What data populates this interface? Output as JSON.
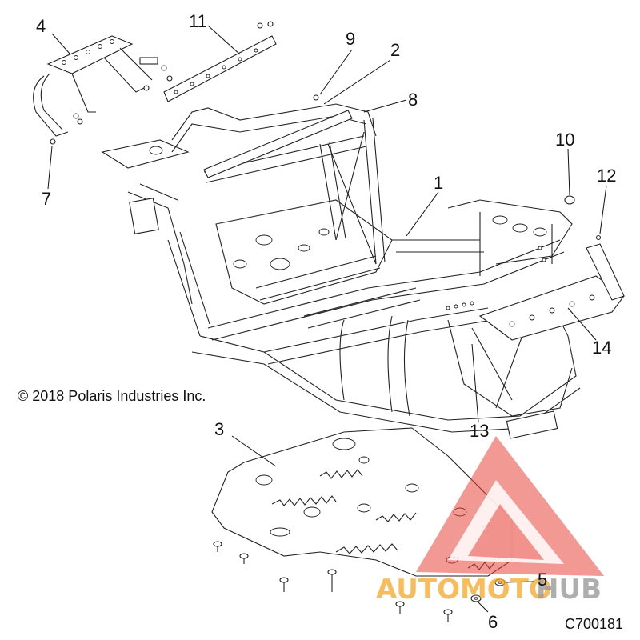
{
  "callouts": [
    {
      "id": "1",
      "label": "1"
    },
    {
      "id": "2",
      "label": "2"
    },
    {
      "id": "3",
      "label": "3"
    },
    {
      "id": "4",
      "label": "4"
    },
    {
      "id": "5",
      "label": "5"
    },
    {
      "id": "6",
      "label": "6"
    },
    {
      "id": "7",
      "label": "7"
    },
    {
      "id": "8",
      "label": "8"
    },
    {
      "id": "9",
      "label": "9"
    },
    {
      "id": "10",
      "label": "10"
    },
    {
      "id": "11",
      "label": "11"
    },
    {
      "id": "12",
      "label": "12"
    },
    {
      "id": "13",
      "label": "13"
    },
    {
      "id": "14",
      "label": "14"
    }
  ],
  "copyright": "© 2018 Polaris Industries Inc.",
  "figure_code": "C700181",
  "watermark": {
    "text_part1": "AUTOMOTO",
    "text_part2": "HUB",
    "colors": {
      "triangle": "#e8453c",
      "text1": "#f6a623",
      "text2": "#9a9a9a"
    }
  }
}
